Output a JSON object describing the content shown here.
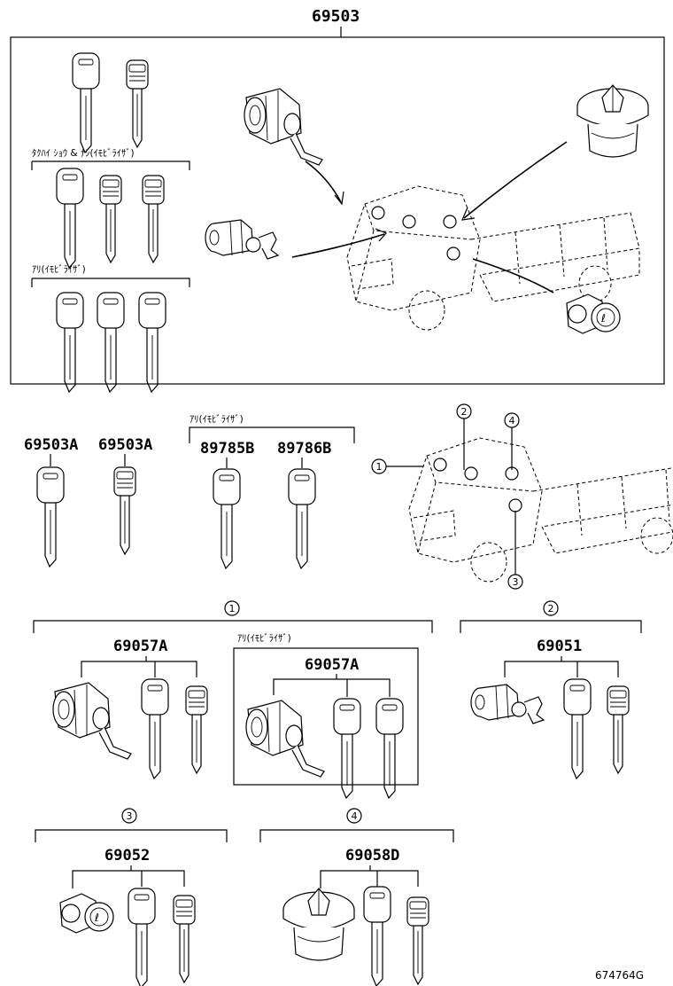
{
  "top_group": {
    "part_number": "69503",
    "label_1": "ﾀｸﾊｲ ｼｮｳ & ﾅｼ(ｲﾓﾋﾞﾗｲｻﾞ)",
    "label_2": "ｱﾘ(ｲﾓﾋﾞﾗｲｻﾞ)"
  },
  "keys_row": {
    "part_1": "69503A",
    "part_2": "69503A",
    "label": "ｱﾘ(ｲﾓﾋﾞﾗｲｻﾞ)",
    "part_3": "89785B",
    "part_4": "89786B"
  },
  "callouts": {
    "c1": "1",
    "c2": "2",
    "c3": "3",
    "c4": "4"
  },
  "group_1": {
    "index": "1",
    "part": "69057A",
    "boxed_label": "ｱﾘ(ｲﾓﾋﾞﾗｲｻﾞ)",
    "boxed_part": "69057A"
  },
  "group_2": {
    "index": "2",
    "part": "69051"
  },
  "group_3": {
    "index": "3",
    "part": "69052"
  },
  "group_4": {
    "index": "4",
    "part": "69058D"
  },
  "figure_code": "674764G"
}
